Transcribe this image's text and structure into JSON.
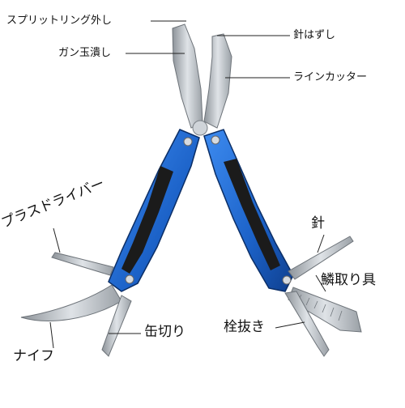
{
  "labels": {
    "split_ring": "スプリットリング外し",
    "shot_crusher": "ガン玉潰し",
    "hook_remover": "針はずし",
    "line_cutter": "ラインカッター",
    "plus_driver": "プラスドライバー",
    "hook": "針",
    "scale_remover": "鱗取り具",
    "knife": "ナイフ",
    "can_opener": "缶切り",
    "bottle_opener": "栓抜き"
  },
  "colors": {
    "handle_blue": "#1f6fd6",
    "handle_black": "#1b1b1b",
    "steel": "#b9bec4",
    "steel_dark": "#7c8288",
    "text": "#111111"
  }
}
